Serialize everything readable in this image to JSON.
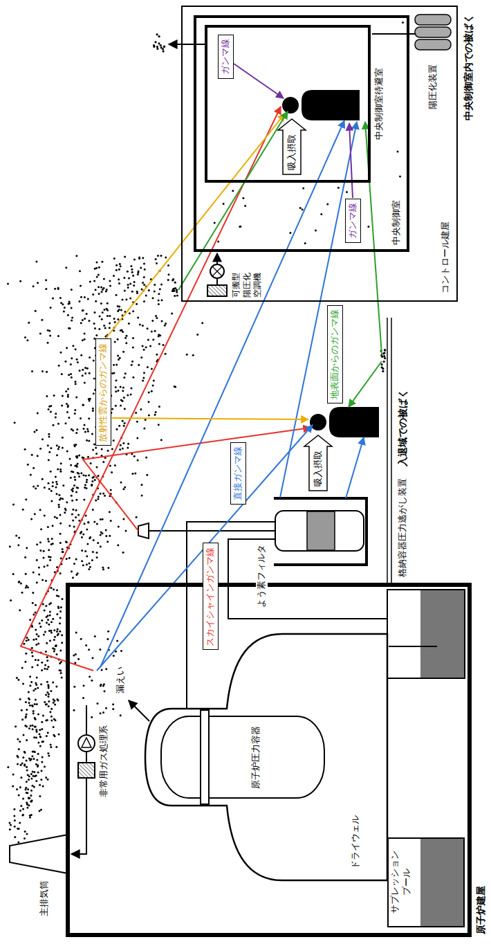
{
  "diagram": {
    "nodes": [
      {
        "text": [
          "原子炉建屋"
        ]
      },
      {
        "text": [
          "ドライウェル"
        ],
        "in": 0
      },
      {
        "text": [
          "原子炉圧力容器"
        ],
        "in": 1
      },
      {
        "text": [
          "サプレッションプール"
        ],
        "in": 0
      },
      {
        "text": [
          "スカイシャインガンマ線"
        ]
      },
      {
        "text": [
          "直接ガンマ線"
        ]
      },
      {
        "text": [
          "放射性雲からのガンマ線"
        ]
      },
      {
        "text": [
          "地表面からのガンマ線"
        ]
      },
      {
        "text": [
          "吸入摂取"
        ]
      },
      {
        "text": [
          "コントロール建屋"
        ]
      },
      {
        "text": [
          "中央制御室"
        ],
        "in": 9
      },
      {
        "text": [
          "中央制御室待避室"
        ],
        "in": 10
      },
      {
        "text": [
          "ガンマ線"
        ],
        "in": 11
      },
      {
        "text": [
          "吸入摂取"
        ],
        "in": 11
      },
      {
        "text": [
          "ガンマ線"
        ],
        "in": 10
      }
    ],
    "labels": [
      "主排気筒",
      "非常用ガス処理系",
      "漏えい",
      "よう素フィルタ",
      "格納容器圧力逃がし装置",
      "入退域での被ばく",
      "可搬型陽圧化空調機",
      "陽圧化装置",
      "中央制御室内での被ばく"
    ]
  }
}
